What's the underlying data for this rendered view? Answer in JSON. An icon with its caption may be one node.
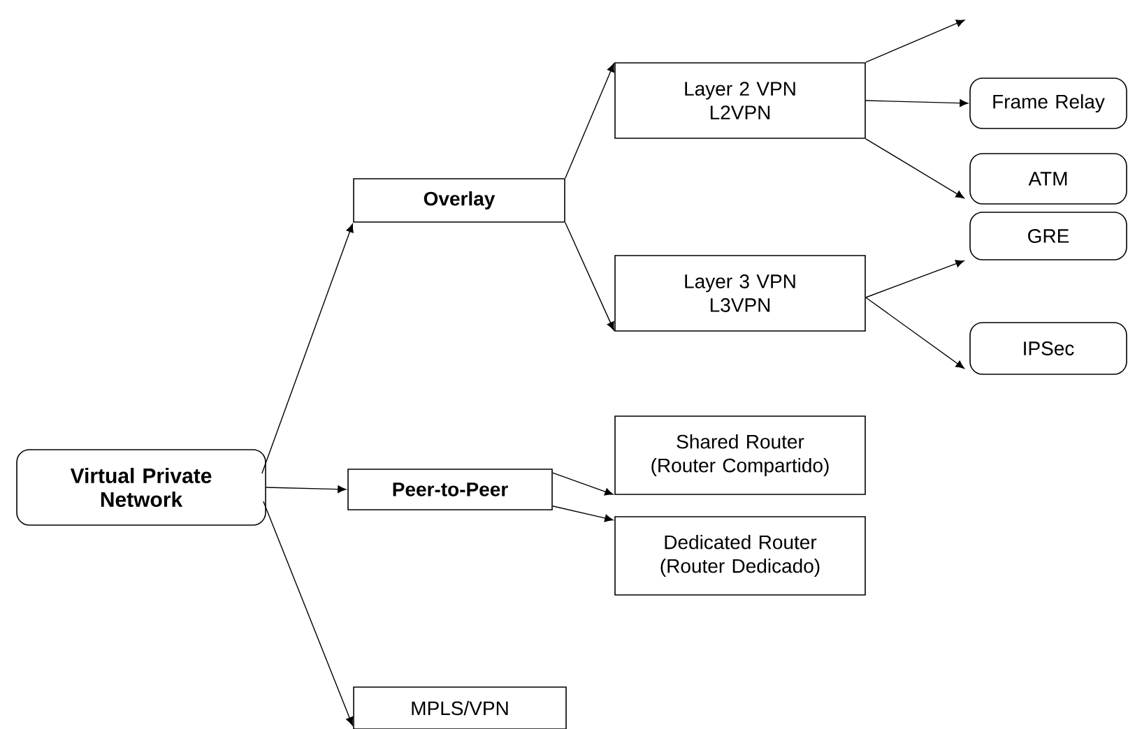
{
  "diagram": {
    "nodes": [
      {
        "text": [
          "Virtual Private Network"
        ]
      },
      {
        "text": [
          "Overlay"
        ]
      },
      {
        "text": [
          "Peer-to-Peer"
        ]
      },
      {
        "text": [
          "MPLS/VPN"
        ]
      },
      {
        "text": [
          "Layer 2 VPN",
          "L2VPN"
        ]
      },
      {
        "text": [
          "Layer 3 VPN",
          "L3VPN"
        ]
      },
      {
        "text": [
          "Shared Router",
          "(Router Compartido)"
        ]
      },
      {
        "text": [
          "Dedicated Router",
          "(Router Dedicado)"
        ]
      },
      {
        "text": [
          "Frame Relay"
        ]
      },
      {
        "text": [
          "ATM"
        ]
      },
      {
        "text": [
          "GRE"
        ]
      },
      {
        "text": [
          "IPSec"
        ]
      }
    ],
    "edges": [
      {
        "from": 0,
        "to": 1,
        "arrow": "to"
      },
      {
        "from": 0,
        "to": 2,
        "arrow": "to"
      },
      {
        "from": 0,
        "to": 3,
        "arrow": "to"
      },
      {
        "from": 1,
        "to": 4,
        "arrow": "to"
      },
      {
        "from": 1,
        "to": 5,
        "arrow": "to"
      },
      {
        "from": 2,
        "to": 6,
        "arrow": "to"
      },
      {
        "from": 2,
        "to": 7,
        "arrow": "to"
      },
      {
        "from": 4,
        "to": null,
        "arrow": "to"
      },
      {
        "from": 4,
        "to": 8,
        "arrow": "to"
      },
      {
        "from": 4,
        "to": 9,
        "arrow": "to"
      },
      {
        "from": 5,
        "to": 10,
        "arrow": "to"
      },
      {
        "from": 5,
        "to": 11,
        "arrow": "to"
      }
    ]
  }
}
